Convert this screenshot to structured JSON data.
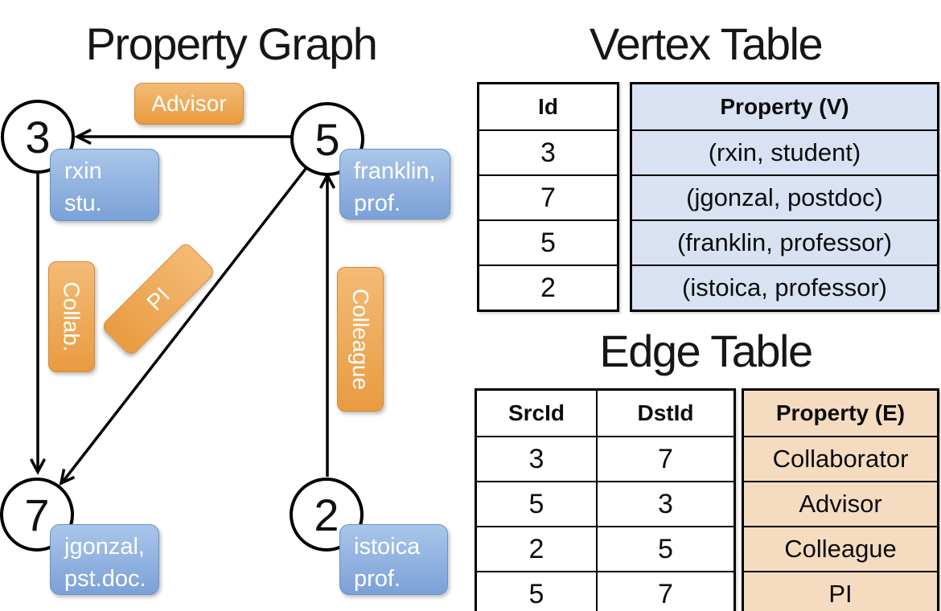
{
  "colors": {
    "edge_label_box_top": "#f3bb76",
    "edge_label_box_bottom": "#e99b40",
    "vertex_label_box_top": "#aac6ea",
    "vertex_label_box_bottom": "#7ba1d7",
    "vertex_property_fill": "#d9e2f2",
    "edge_property_fill": "#f5dcc1"
  },
  "graph": {
    "title": "Property Graph",
    "nodes": [
      {
        "id": "3",
        "label_line1": "rxin",
        "label_line2": "stu."
      },
      {
        "id": "5",
        "label_line1": "franklin,",
        "label_line2": "prof."
      },
      {
        "id": "7",
        "label_line1": "jgonzal,",
        "label_line2": "pst.doc."
      },
      {
        "id": "2",
        "label_line1": "istoica",
        "label_line2": "prof."
      }
    ],
    "edges": [
      {
        "label": "Advisor",
        "from": "5",
        "to": "3"
      },
      {
        "label": "Collab.",
        "from": "3",
        "to": "7"
      },
      {
        "label": "PI",
        "from": "5",
        "to": "7"
      },
      {
        "label": "Colleague",
        "from": "2",
        "to": "5"
      }
    ]
  },
  "vertex_table": {
    "title": "Vertex Table",
    "col_id": "Id",
    "col_property": "Property (V)",
    "rows": [
      {
        "id": "3",
        "property": "(rxin, student)"
      },
      {
        "id": "7",
        "property": "(jgonzal, postdoc)"
      },
      {
        "id": "5",
        "property": "(franklin, professor)"
      },
      {
        "id": "2",
        "property": "(istoica, professor)"
      }
    ]
  },
  "edge_table": {
    "title": "Edge Table",
    "col_src": "SrcId",
    "col_dst": "DstId",
    "col_property": "Property (E)",
    "rows": [
      {
        "src": "3",
        "dst": "7",
        "property": "Collaborator"
      },
      {
        "src": "5",
        "dst": "3",
        "property": "Advisor"
      },
      {
        "src": "2",
        "dst": "5",
        "property": "Colleague"
      },
      {
        "src": "5",
        "dst": "7",
        "property": "PI"
      }
    ]
  }
}
